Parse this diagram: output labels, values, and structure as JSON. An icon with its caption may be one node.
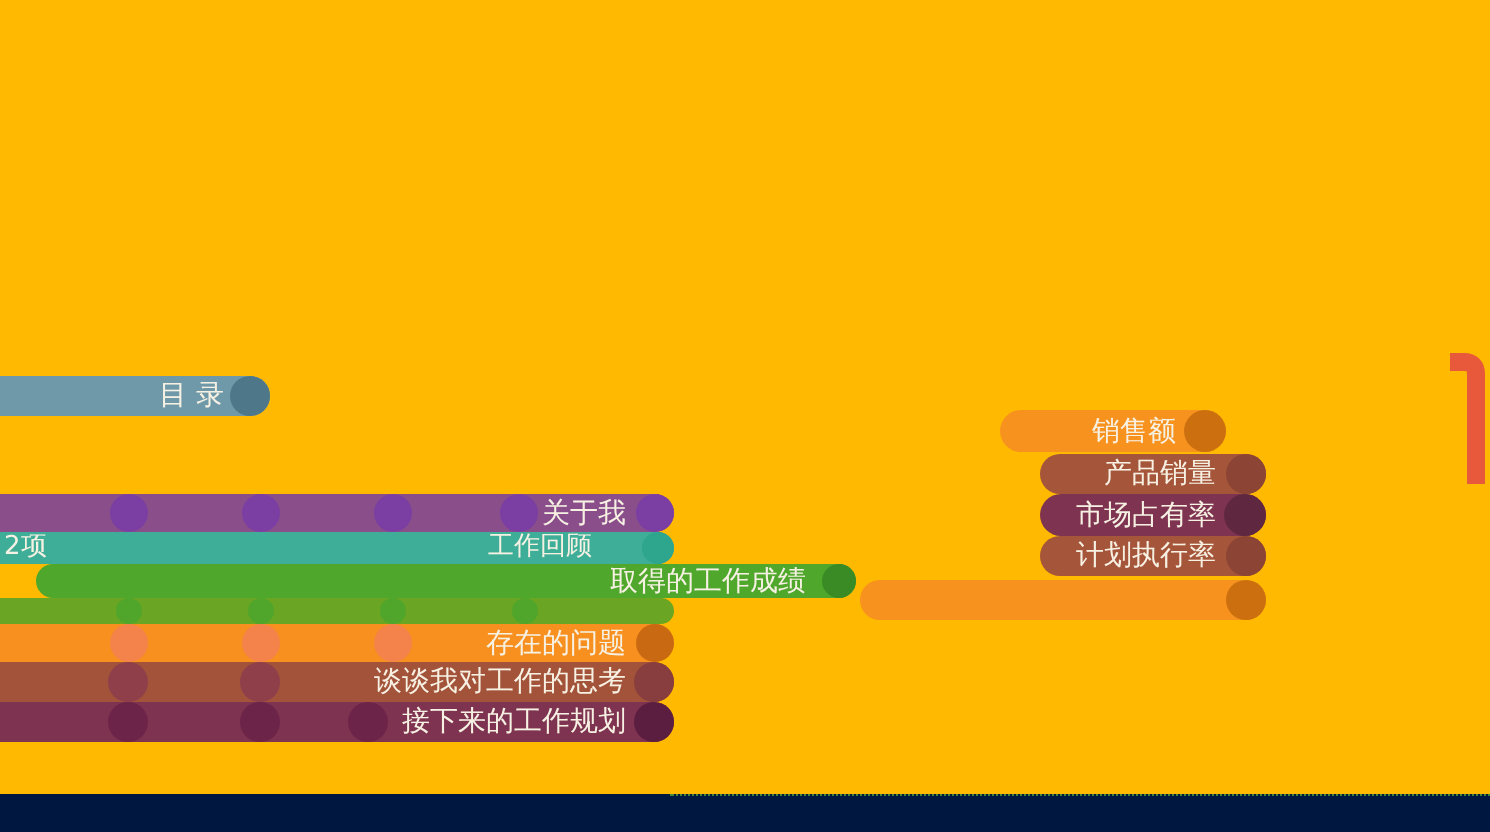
{
  "diagram": {
    "nodes": [
      {
        "text": [
          "目 录"
        ]
      },
      {
        "text": [
          "关于我"
        ]
      },
      {
        "text": [
          "2项",
          "工作回顾"
        ]
      },
      {
        "text": [
          "取得的工作成绩"
        ]
      },
      {
        "text": [],
        "shape": "bar"
      },
      {
        "text": [
          "存在的问题"
        ]
      },
      {
        "text": [
          "谈谈我对工作的思考"
        ]
      },
      {
        "text": [
          "接下来的工作规划"
        ]
      },
      {
        "text": [
          "销售额"
        ]
      },
      {
        "text": [
          "产品销量"
        ]
      },
      {
        "text": [
          "市场占有率"
        ]
      },
      {
        "text": [
          "计划执行率"
        ]
      },
      {
        "text": [],
        "shape": "bar"
      }
    ]
  }
}
